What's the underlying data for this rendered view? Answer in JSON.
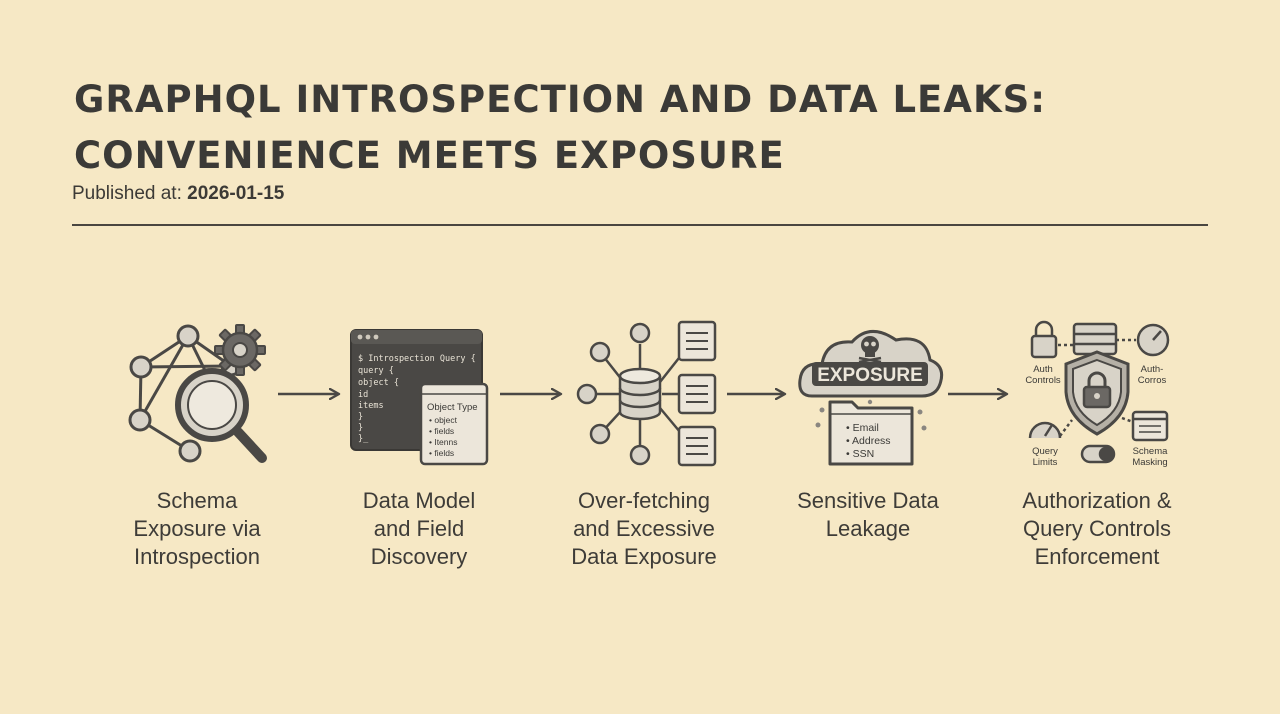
{
  "title": {
    "line1": "GRAPHQL INTROSPECTION AND DATA LEAKS:",
    "line2": "CONVENIENCE MEETS EXPOSURE"
  },
  "published": {
    "label": "Published at:",
    "date": "2026-01-15"
  },
  "steps": [
    {
      "line1": "Schema",
      "line2": "Exposure via",
      "line3": "Introspection",
      "icon": "schema-magnifier-gear-icon"
    },
    {
      "line1": "Data Model",
      "line2": "and Field",
      "line3": "Discovery",
      "icon": "code-window-icon"
    },
    {
      "line1": "Over-fetching",
      "line2": "and Excessive",
      "line3": "Data Exposure",
      "icon": "database-fanout-icon"
    },
    {
      "line1": "Sensitive Data",
      "line2": "Leakage",
      "line3": "",
      "icon": "exposure-cloud-folder-icon"
    },
    {
      "line1": "Authorization &",
      "line2": "Query Controls",
      "line3": "Enforcement",
      "icon": "shield-lock-controls-icon"
    }
  ],
  "step2_icon": {
    "code_lines": [
      "$ Introspection Query {",
      "  query {",
      "    object {",
      "      id",
      "      items",
      "    }",
      "  }",
      "}_"
    ],
    "popup_title": "Object Type",
    "popup_items": [
      "• object",
      "• fields",
      "• Itenns",
      "• fields"
    ]
  },
  "step4_icon": {
    "banner": "EXPOSURE",
    "items": [
      "• Email",
      "• Address",
      "• SSN"
    ]
  },
  "step5_icon": {
    "auth_controls": [
      "Auth",
      "Controls"
    ],
    "auth_corros": [
      "Auth-",
      "Corros"
    ],
    "query_limits": [
      "Query",
      "Limits"
    ],
    "schema_masking": [
      "Schema",
      "Masking"
    ]
  },
  "colors": {
    "background": "#f6e8c5",
    "ink": "#3b3a37",
    "icon_fill": "#d8d3c8",
    "icon_dark": "#4a4845"
  }
}
